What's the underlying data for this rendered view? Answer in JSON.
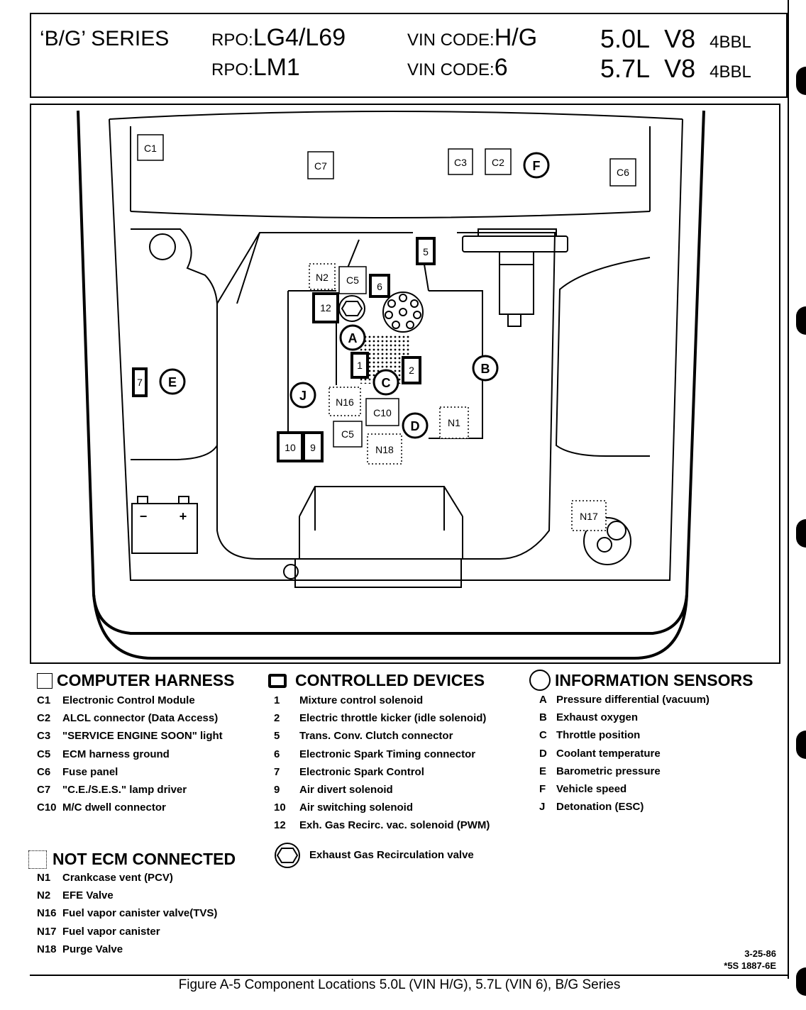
{
  "header": {
    "series": "‘B/G’ SERIES",
    "rpo1_label": "RPO:",
    "rpo1_value": "LG4/L69",
    "rpo2_label": "RPO:",
    "rpo2_value": "LM1",
    "vin1_label": "VIN CODE:",
    "vin1_value": "H/G",
    "vin2_label": "VIN CODE:",
    "vin2_value": "6",
    "engine1_size": "5.0L",
    "engine1_type": "V8",
    "engine1_carb": "4BBL",
    "engine2_size": "5.7L",
    "engine2_type": "V8",
    "engine2_carb": "4BBL"
  },
  "diagram_labels": {
    "C1": "C1",
    "C7": "C7",
    "C3": "C3",
    "C2": "C2",
    "F": "F",
    "C6": "C6",
    "N2": "N2",
    "C5a": "C5",
    "n6": "6",
    "n5": "5",
    "n12": "12",
    "A": "A",
    "n1": "1",
    "n2": "2",
    "C": "C",
    "B": "B",
    "J": "J",
    "N16": "N16",
    "C10": "C10",
    "D": "D",
    "N1": "N1",
    "C5b": "C5",
    "N18": "N18",
    "n10": "10",
    "n9": "9",
    "n7": "7",
    "E": "E",
    "N17": "N17",
    "minus": "−",
    "plus": "+"
  },
  "legend": {
    "harness": {
      "title": "COMPUTER HARNESS",
      "items": [
        {
          "code": "C1",
          "text": "Electronic Control Module"
        },
        {
          "code": "C2",
          "text": "ALCL connector (Data Access)"
        },
        {
          "code": "C3",
          "text": "\"SERVICE ENGINE SOON\" light"
        },
        {
          "code": "C5",
          "text": "ECM harness ground"
        },
        {
          "code": "C6",
          "text": "Fuse panel"
        },
        {
          "code": "C7",
          "text": "\"C.E./S.E.S.\" lamp driver"
        },
        {
          "code": "C10",
          "text": "M/C dwell connector"
        }
      ]
    },
    "controlled": {
      "title": "CONTROLLED DEVICES",
      "items": [
        {
          "code": "1",
          "text": "Mixture control solenoid"
        },
        {
          "code": "2",
          "text": "Electric throttle kicker (idle solenoid)"
        },
        {
          "code": "5",
          "text": "Trans. Conv. Clutch connector"
        },
        {
          "code": "6",
          "text": "Electronic Spark Timing connector"
        },
        {
          "code": "7",
          "text": "Electronic Spark Control"
        },
        {
          "code": "9",
          "text": "Air divert solenoid"
        },
        {
          "code": "10",
          "text": "Air switching solenoid"
        },
        {
          "code": "12",
          "text": "Exh. Gas Recirc. vac. solenoid (PWM)"
        }
      ],
      "egr": "Exhaust Gas Recirculation valve"
    },
    "sensors": {
      "title": "INFORMATION SENSORS",
      "items": [
        {
          "code": "A",
          "text": "Pressure differential (vacuum)"
        },
        {
          "code": "B",
          "text": "Exhaust oxygen"
        },
        {
          "code": "C",
          "text": "Throttle position"
        },
        {
          "code": "D",
          "text": "Coolant temperature"
        },
        {
          "code": "E",
          "text": "Barometric pressure"
        },
        {
          "code": "F",
          "text": "Vehicle speed"
        },
        {
          "code": "J",
          "text": "Detonation (ESC)"
        }
      ]
    },
    "not_ecm": {
      "title": "NOT ECM CONNECTED",
      "items": [
        {
          "code": "N1",
          "text": "Crankcase vent (PCV)"
        },
        {
          "code": "N2",
          "text": "EFE  Valve"
        },
        {
          "code": "N16",
          "text": "Fuel vapor canister valve(TVS)"
        },
        {
          "code": "N17",
          "text": "Fuel vapor canister"
        },
        {
          "code": "N18",
          "text": "Purge Valve"
        }
      ]
    }
  },
  "footer": {
    "date": "3-25-86",
    "ref": "*5S 1887-6E",
    "caption": "Figure A-5  Component Locations 5.0L  (VIN H/G),  5.7L  (VIN 6),  B/G Series"
  }
}
